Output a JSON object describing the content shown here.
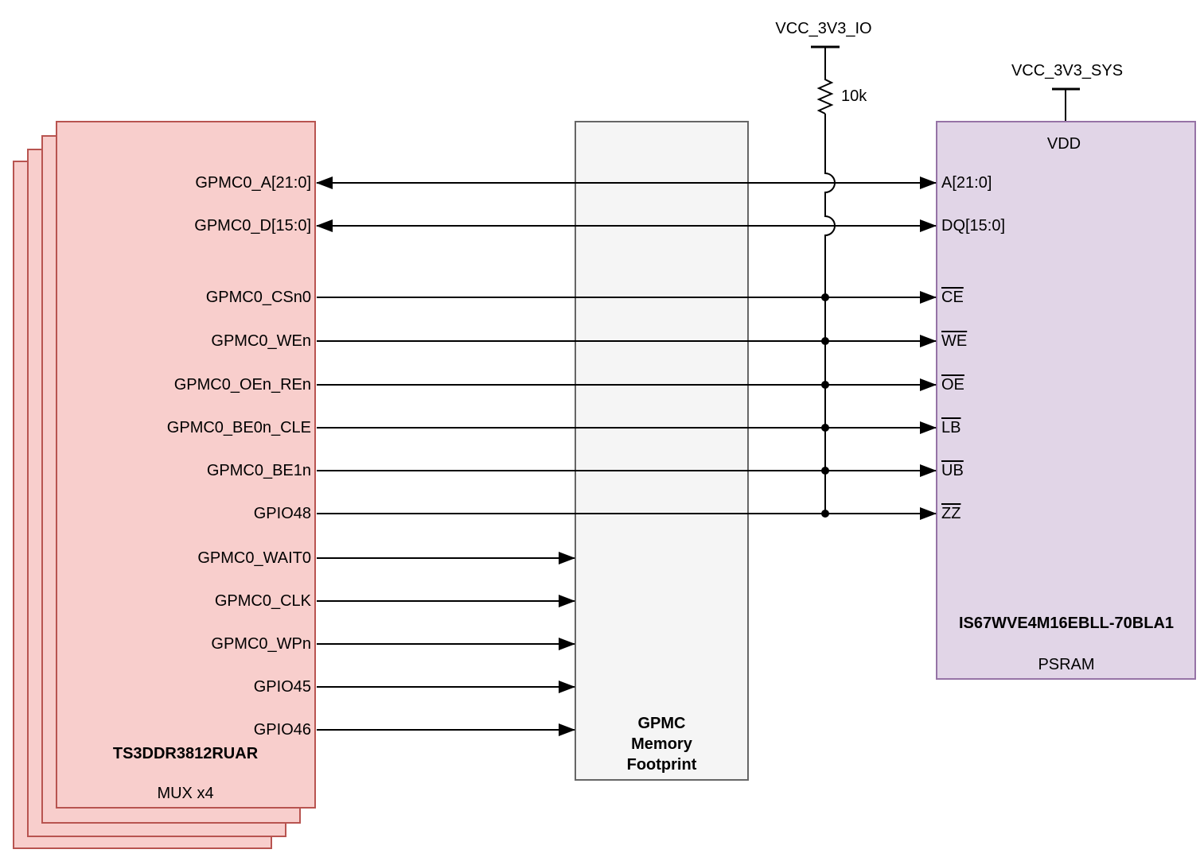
{
  "power": {
    "vcc_io_label": "VCC_3V3_IO",
    "pullup_value": "10k",
    "vcc_sys_label": "VCC_3V3_SYS",
    "vdd_pin_label": "VDD"
  },
  "mux_block": {
    "part_number": "TS3DDR3812RUAR",
    "subtitle": "MUX x4",
    "stack_count": 4,
    "fill": "#f8cecc",
    "stroke": "#b85450",
    "pins": [
      "GPMC0_A[21:0]",
      "GPMC0_D[15:0]",
      "GPMC0_CSn0",
      "GPMC0_WEn",
      "GPMC0_OEn_REn",
      "GPMC0_BE0n_CLE",
      "GPMC0_BE1n",
      "GPIO48",
      "GPMC0_WAIT0",
      "GPMC0_CLK",
      "GPMC0_WPn",
      "GPIO45",
      "GPIO46"
    ]
  },
  "footprint_block": {
    "label_lines": [
      "GPMC",
      "Memory",
      "Footprint"
    ],
    "fill": "#f5f5f5",
    "stroke": "#666666"
  },
  "psram_block": {
    "part_number": "IS67WVE4M16EBLL-70BLA1",
    "subtitle": "PSRAM",
    "fill": "#e1d5e7",
    "stroke": "#9673a6",
    "pins": [
      {
        "label": "A[21:0]",
        "overline": false
      },
      {
        "label": "DQ[15:0]",
        "overline": false
      },
      {
        "label": "CE",
        "overline": true
      },
      {
        "label": "WE",
        "overline": true
      },
      {
        "label": "OE",
        "overline": true
      },
      {
        "label": "LB",
        "overline": true
      },
      {
        "label": "UB",
        "overline": true
      },
      {
        "label": "ZZ",
        "overline": true
      }
    ]
  },
  "connections": [
    {
      "from": "GPMC0_A[21:0]",
      "to": "A[21:0]",
      "direction": "bidirectional"
    },
    {
      "from": "GPMC0_D[15:0]",
      "to": "DQ[15:0]",
      "direction": "bidirectional"
    },
    {
      "from": "GPMC0_CSn0",
      "to": "CE",
      "direction": "to-psram",
      "pullup": true
    },
    {
      "from": "GPMC0_WEn",
      "to": "WE",
      "direction": "to-psram",
      "pullup": true
    },
    {
      "from": "GPMC0_OEn_REn",
      "to": "OE",
      "direction": "to-psram",
      "pullup": true
    },
    {
      "from": "GPMC0_BE0n_CLE",
      "to": "LB",
      "direction": "to-psram",
      "pullup": true
    },
    {
      "from": "GPMC0_BE1n",
      "to": "UB",
      "direction": "to-psram",
      "pullup": true
    },
    {
      "from": "GPIO48",
      "to": "ZZ",
      "direction": "to-psram",
      "pullup": true
    },
    {
      "from": "GPMC0_WAIT0",
      "to": "GPMC Memory Footprint",
      "direction": "to-footprint"
    },
    {
      "from": "GPMC0_CLK",
      "to": "GPMC Memory Footprint",
      "direction": "to-footprint"
    },
    {
      "from": "GPMC0_WPn",
      "to": "GPMC Memory Footprint",
      "direction": "to-footprint"
    },
    {
      "from": "GPIO45",
      "to": "GPMC Memory Footprint",
      "direction": "to-footprint"
    },
    {
      "from": "GPIO46",
      "to": "GPMC Memory Footprint",
      "direction": "to-footprint"
    }
  ],
  "pullup_net": {
    "rail": "VCC_3V3_IO",
    "resistor": "10k",
    "tied_signals": [
      "CE",
      "WE",
      "OE",
      "LB",
      "UB",
      "ZZ"
    ]
  },
  "wire_color": "#000000"
}
